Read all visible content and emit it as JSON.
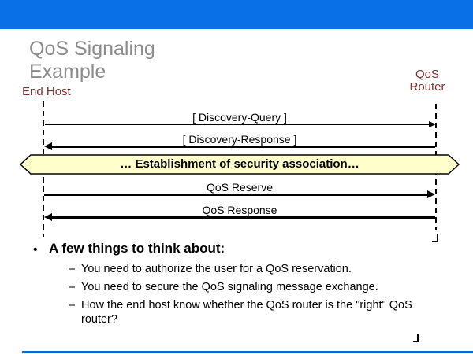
{
  "slide": {
    "header_color": "#0A70E8",
    "footer_line_color": "#0A65D6",
    "title": "QoS Signaling\nExample",
    "title_color": "#8C8C8C",
    "actors": {
      "left": "End Host",
      "right": "QoS\nRouter",
      "color": "#7E2F2F"
    },
    "messages": [
      {
        "label": "[ Discovery-Query ]",
        "direction": "right",
        "style": "thin"
      },
      {
        "label": "[ Discovery-Response ]",
        "direction": "left",
        "style": "thick"
      },
      {
        "label": "QoS Reserve",
        "direction": "right",
        "style": "thick"
      },
      {
        "label": "QoS Response",
        "direction": "left",
        "style": "thick"
      }
    ],
    "banner": {
      "label": "… Establishment of security association…",
      "fill": "#FFFFCC",
      "border": "#000000"
    },
    "bullets": {
      "marker": "•",
      "heading": "A few things to think about:",
      "sub_marker": "–",
      "items": [
        "You need to authorize the user for a QoS reservation.",
        "You need to secure the QoS signaling message exchange.",
        "How the end host know whether the QoS router is the \"right\" QoS router?"
      ]
    }
  }
}
